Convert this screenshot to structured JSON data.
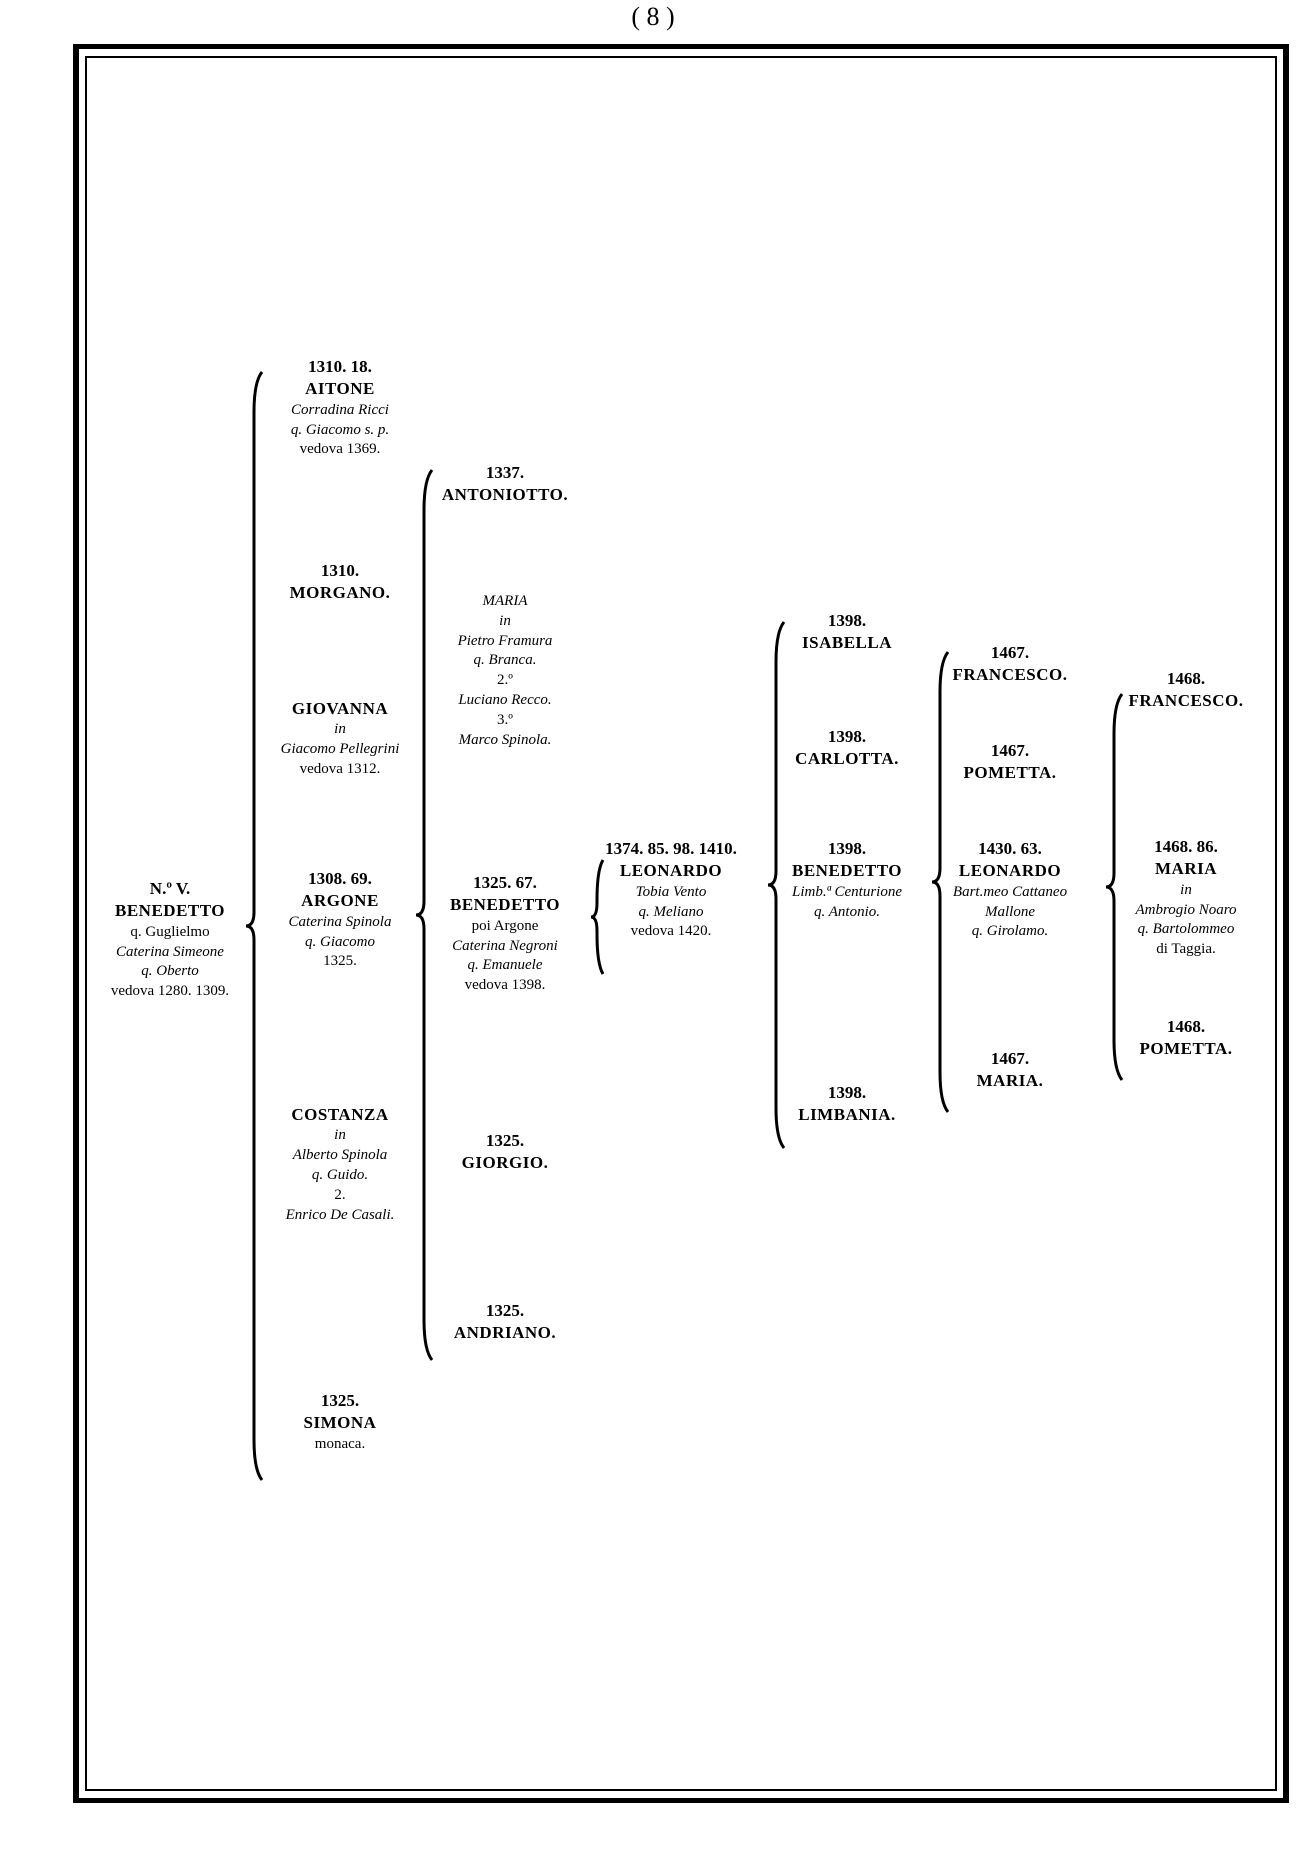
{
  "page": {
    "number": "( 8 )"
  },
  "nodes": {
    "benedetto_root": [
      "N.º V.",
      "BENEDETTO",
      "q. Guglielmo",
      "Caterina Simeone",
      "q. Oberto",
      "vedova 1280. 1309."
    ],
    "aitone": [
      "1310. 18.",
      "AITONE",
      "Corradina Ricci",
      "q. Giacomo s. p.",
      "vedova 1369."
    ],
    "morgano": [
      "1310.",
      "MORGANO."
    ],
    "giovanna": [
      "GIOVANNA",
      "in",
      "Giacomo Pellegrini",
      "vedova 1312."
    ],
    "argone": [
      "1308. 69.",
      "ARGONE",
      "Caterina Spinola",
      "q. Giacomo",
      "1325."
    ],
    "costanza": [
      "COSTANZA",
      "in",
      "Alberto Spinola",
      "q. Guido.",
      "2.",
      "Enrico De Casali."
    ],
    "simona": [
      "1325.",
      "SIMONA",
      "monaca."
    ],
    "antonotto": [
      "1337.",
      "ANTONIOTTO."
    ],
    "maria_f": [
      "MARIA",
      "in",
      "Pietro Framura",
      "q. Branca.",
      "2.º",
      "Luciano Recco.",
      "3.º",
      "Marco Spinola."
    ],
    "benedetto_argone": [
      "1325. 67.",
      "BENEDETTO",
      "poi Argone",
      "Caterina Negroni",
      "q. Emanuele",
      "vedova 1398."
    ],
    "giorgio": [
      "1325.",
      "GIORGIO."
    ],
    "andriano": [
      "1325.",
      "ANDRIANO."
    ],
    "leonardo_1": [
      "1374. 85. 98. 1410.",
      "LEONARDO",
      "Tobia Vento",
      "q. Meliano",
      "vedova 1420."
    ],
    "isabella": [
      "1398.",
      "ISABELLA"
    ],
    "carlotta": [
      "1398.",
      "CARLOTTA."
    ],
    "benedetto_3": [
      "1398.",
      "BENEDETTO",
      "Limb.ª Centurione",
      "q. Antonio."
    ],
    "limbania": [
      "1398.",
      "LIMBANIA."
    ],
    "francesco_1": [
      "1467.",
      "FRANCESCO."
    ],
    "pometta_1": [
      "1467.",
      "POMETTA."
    ],
    "leonardo_2": [
      "1430. 63.",
      "LEONARDO",
      "Bart.meo Cattaneo",
      "Mallone",
      "q. Girolamo."
    ],
    "maria_1": [
      "1467.",
      "MARIA."
    ],
    "francesco_2": [
      "1468.",
      "FRANCESCO."
    ],
    "maria_2": [
      "1468. 86.",
      "MARIA",
      "in",
      "Ambrogio Noaro",
      "q. Bartolommeo",
      "di Taggia."
    ],
    "pometta_2": [
      "1468.",
      "POMETTA."
    ]
  }
}
